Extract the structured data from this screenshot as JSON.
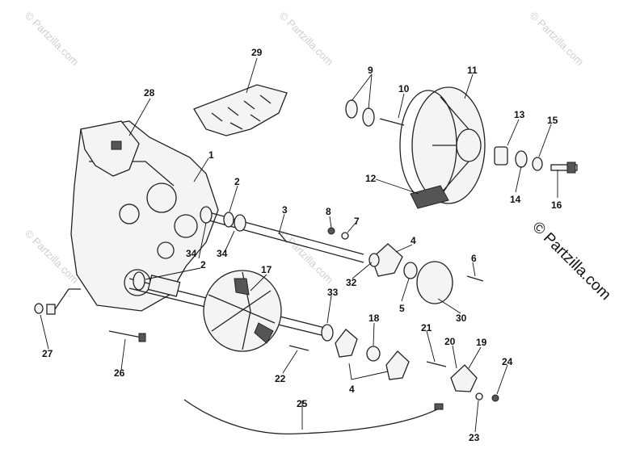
{
  "watermark": {
    "brand": "© Partzilla.com"
  },
  "callouts": [
    "1",
    "2",
    "2",
    "3",
    "4",
    "4",
    "5",
    "6",
    "7",
    "8",
    "9",
    "10",
    "11",
    "12",
    "13",
    "14",
    "15",
    "16",
    "17",
    "18",
    "19",
    "20",
    "21",
    "22",
    "23",
    "24",
    "25",
    "26",
    "27",
    "28",
    "29",
    "30",
    "32",
    "33",
    "34",
    "34"
  ]
}
